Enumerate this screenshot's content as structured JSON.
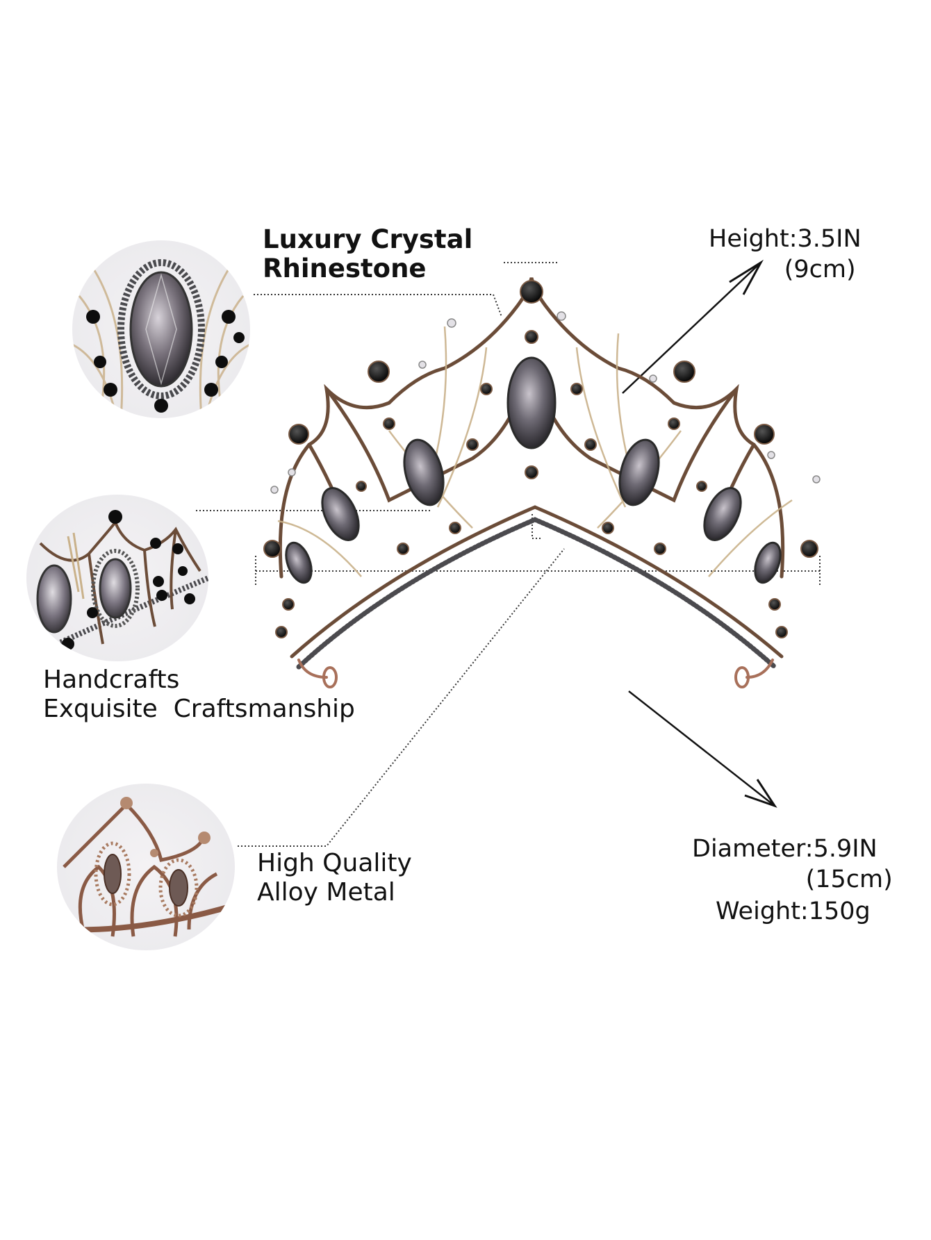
{
  "features": {
    "rhinestone": {
      "line1": "Luxury Crystal",
      "line2": "Rhinestone",
      "icon": "rhinestone-closeup"
    },
    "handcraft": {
      "line1": "Handcrafts",
      "line2": "Exquisite  Craftsmanship",
      "icon": "craftsmanship-closeup"
    },
    "alloy": {
      "line1": "High Quality",
      "line2": "Alloy Metal",
      "icon": "alloy-closeup"
    }
  },
  "specs": {
    "height": {
      "label": "Height:3.5IN",
      "metric": "(9cm)"
    },
    "diameter": {
      "label": "Diameter:5.9IN",
      "metric": "(15cm)"
    },
    "weight": {
      "label": "Weight:150g"
    }
  },
  "product": {
    "name": "baroque-crown-tiara",
    "colors": {
      "metal": "#7a5a44",
      "gold_wire": "#c9b18a",
      "black_stone": "#121212",
      "smoke_crystal": "#6a6670"
    }
  }
}
